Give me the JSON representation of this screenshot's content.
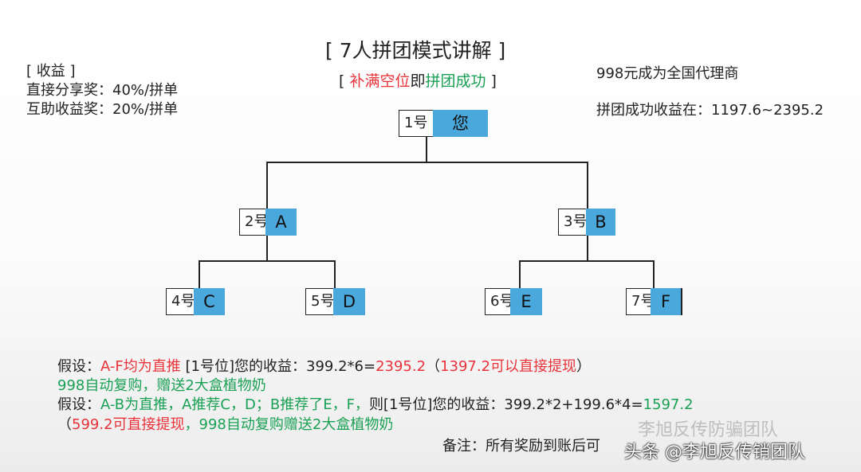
{
  "title": "[  7人拼团模式讲解  ]",
  "subtitle": {
    "open": "[ ",
    "red": "补满空位",
    "mid": "即",
    "green": "拼团成功",
    "close": " ]"
  },
  "left_info": [
    "[ 收益 ]",
    "直接分享奖：40%/拼单",
    "互助收益奖：20%/拼单"
  ],
  "right_info": [
    "998元成为全国代理商",
    "拼团成功收益在：1197.6~2395.2"
  ],
  "nodes": [
    {
      "pos": "1号",
      "name": "您"
    },
    {
      "pos": "2号",
      "name": "A"
    },
    {
      "pos": "3号",
      "name": "B"
    },
    {
      "pos": "4号",
      "name": "C"
    },
    {
      "pos": "5号",
      "name": "D"
    },
    {
      "pos": "6号",
      "name": "E"
    },
    {
      "pos": "7号",
      "name": "F"
    }
  ],
  "colors": {
    "node_fill": "#4aa8dc",
    "red": "#e8333a",
    "green": "#1aa055"
  },
  "bottom": {
    "l1": {
      "a": "假设：",
      "b": "A-F均为直推",
      "c": " [1号位]您的收益：399.2*6=",
      "d": "2395.2",
      "e": "（",
      "f": "1397.2可以直接提现",
      "g": "）"
    },
    "l2": "998自动复购，赠送2大盒植物奶",
    "l3": {
      "a": "假设：",
      "b": "A-B为直推，A推荐C，D；B推荐了E，F，",
      "c": "则[1号位]您的收益：399.2*2+199.6*4=",
      "d": "1597.2"
    },
    "l4": {
      "a": "（",
      "b": "599.2可直接提现",
      "c": "，998自动复购赠送2大盒植物奶"
    },
    "note": "备注：所有奖励到账后可"
  },
  "watermark": {
    "wechat": "李旭反传防骗团队",
    "toutiao": "头条 @李旭反传销团队"
  }
}
